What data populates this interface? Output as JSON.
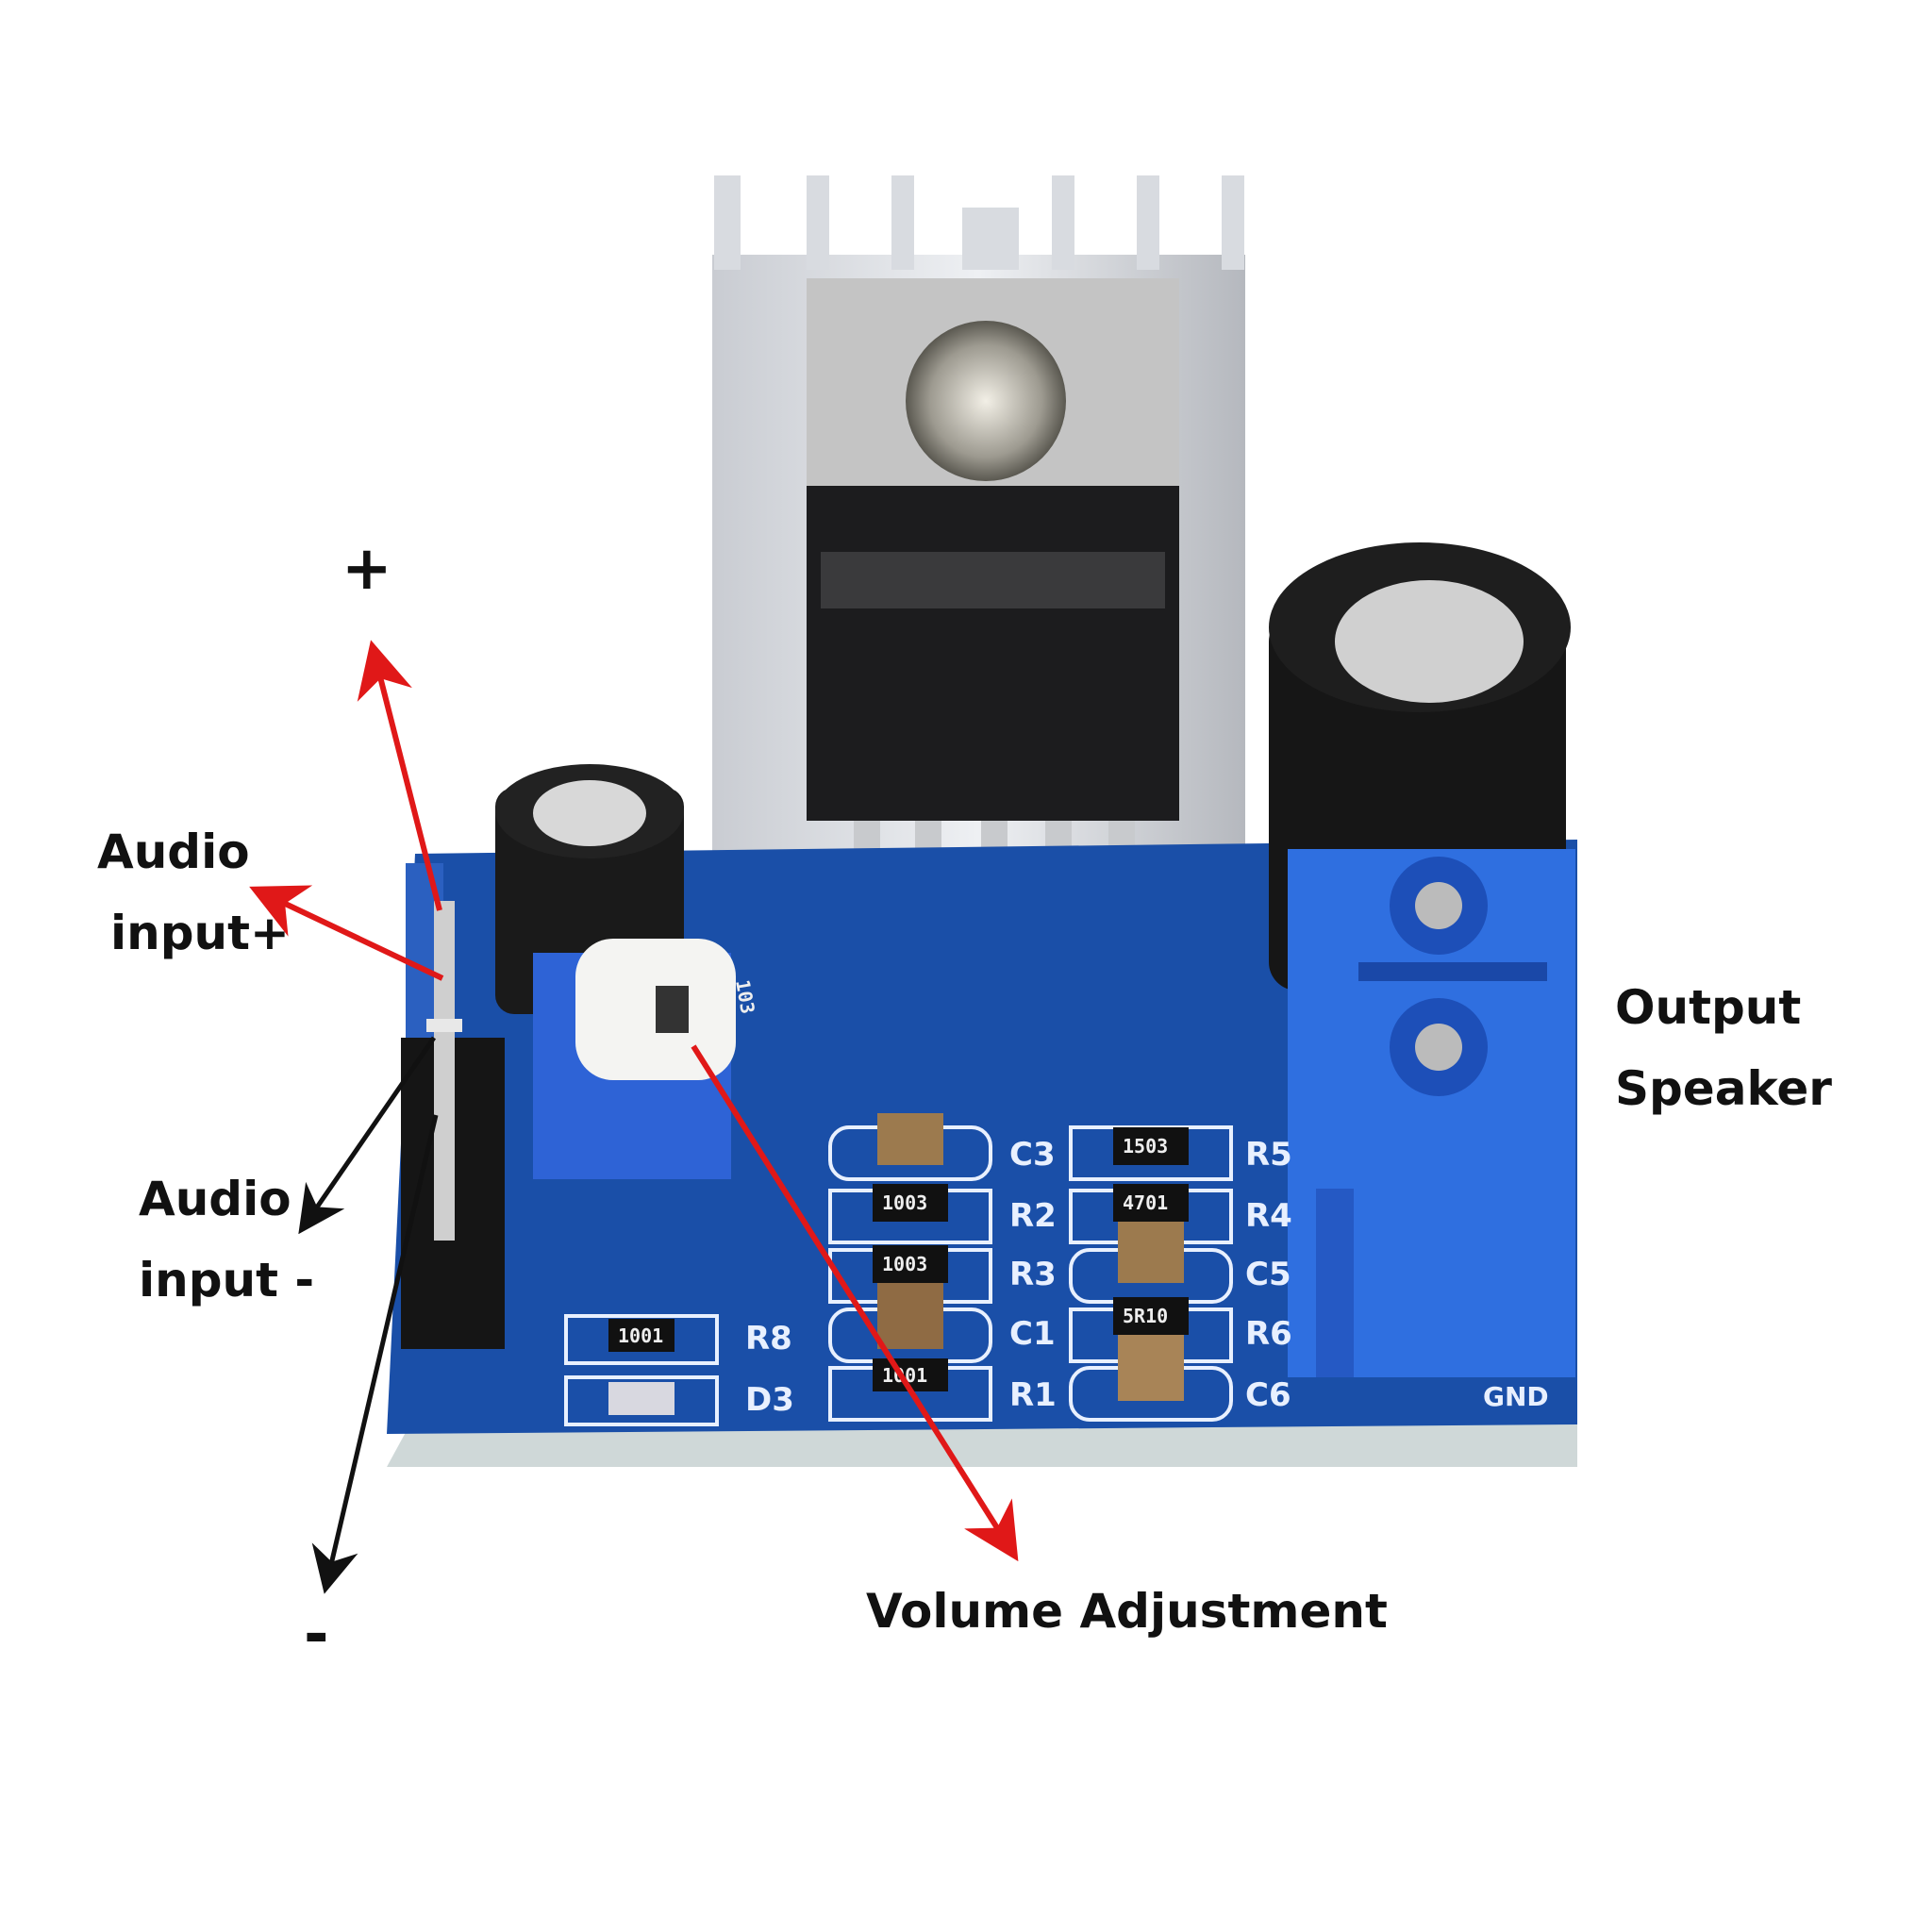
{
  "annotations": {
    "plus": "+",
    "minus": "-",
    "audio_input_plus": [
      "Audio",
      "input+"
    ],
    "audio_input_minus": [
      "Audio",
      "input -"
    ],
    "volume_adjustment": "Volume Adjustment",
    "output_speaker": [
      "Output",
      "Speaker"
    ]
  },
  "silkscreen": {
    "left_column": [
      "R8",
      "D3"
    ],
    "middle_column": [
      "C3",
      "R2",
      "R3",
      "C1",
      "R1"
    ],
    "right_column": [
      "R5",
      "R4",
      "C5",
      "R6",
      "C6"
    ],
    "gnd": "GND"
  },
  "component_markings": {
    "r2": "1003",
    "r3": "1003",
    "r1": "1001",
    "r8": "1001",
    "r5": "1503",
    "r4": "4701",
    "r6": "5R10",
    "potentiometer": "103"
  },
  "colors": {
    "pcb_blue": "#1a4fa8",
    "terminal_blue": "#2f6fe0",
    "arrow_red": "#e01818",
    "arrow_black": "#111111"
  }
}
